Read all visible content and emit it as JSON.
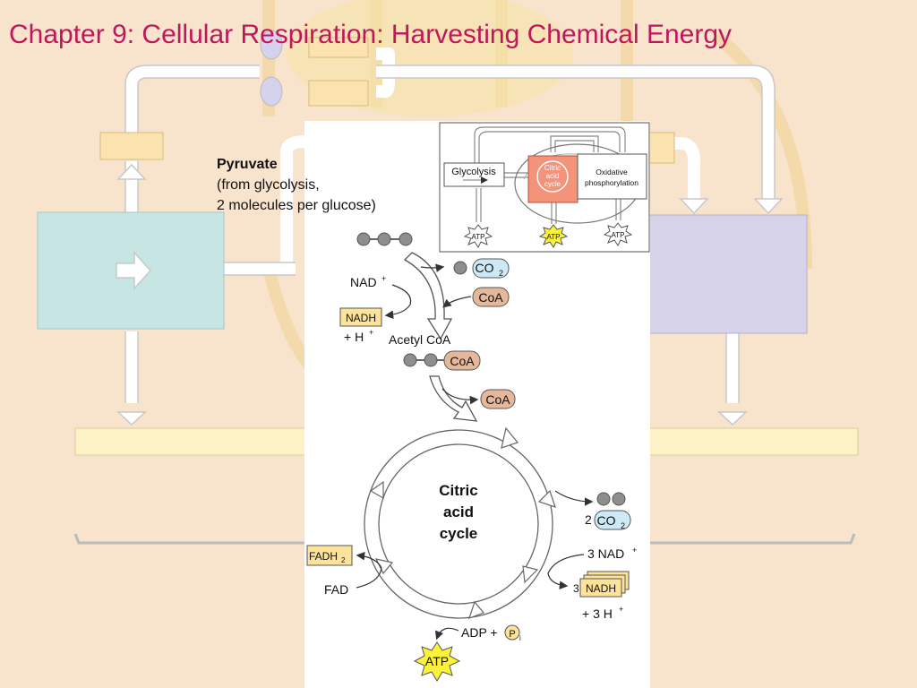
{
  "title": "Chapter 9: Cellular Respiration: Harvesting Chemical Energy",
  "pyruvate": {
    "heading": "Pyruvate",
    "line1": "(from glycolysis,",
    "line2": "2 molecules per glucose)"
  },
  "inset": {
    "glycolysis": "Glycolysis",
    "citric_line1": "Citric",
    "citric_line2": "acid",
    "citric_line3": "cycle",
    "oxphos_line1": "Oxidative",
    "oxphos_line2": "phosphorylation",
    "atp": "ATP"
  },
  "main": {
    "co2": "CO",
    "co2_sub": "2",
    "nad_plus": "NAD",
    "sup_plus": "+",
    "coa": "CoA",
    "nadh": "NADH",
    "h_plus": "+ H",
    "acetyl_coa": "Acetyl CoA",
    "cycle_line1": "Citric",
    "cycle_line2": "acid",
    "cycle_line3": "cycle",
    "two": "2",
    "three_nad": "3 NAD",
    "three": "3",
    "three_h": "+ 3 H",
    "fadh2": "FADH",
    "fadh2_sub": "2",
    "fad": "FAD",
    "adp": "ADP +",
    "p": "P",
    "p_sub": "i",
    "atp": "ATP"
  },
  "colors": {
    "title": "#c0175c",
    "background": "#f8e3cd",
    "co2_fill": "#cde9f6",
    "coa_fill": "#e6b89b",
    "nadh_fill": "#fde29a",
    "atp_star": "#fdf23a",
    "cycle_box": "#f2937a",
    "teal_box": "#c7e5e2",
    "purple_box": "#d7d3e8"
  }
}
